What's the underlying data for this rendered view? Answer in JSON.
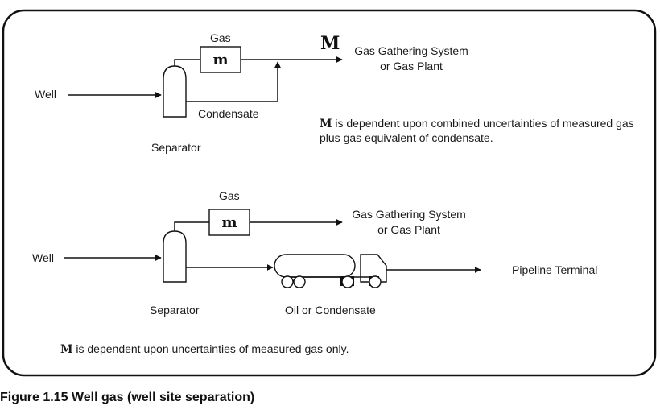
{
  "top": {
    "well_label": "Well",
    "separator_label": "Separator",
    "gas_label": "Gas",
    "meter_label": "m",
    "condensate_label": "Condensate",
    "M_symbol": "M",
    "destination_line1": "Gas Gathering System",
    "destination_line2": "or Gas Plant",
    "note_M": "M",
    "note_line1": " is dependent upon combined uncertainties of measured gas",
    "note_line2": "plus gas equivalent of condensate."
  },
  "bottom": {
    "well_label": "Well",
    "separator_label": "Separator",
    "gas_label": "Gas",
    "meter_label": "m",
    "destination_line1": "Gas Gathering System",
    "destination_line2": "or Gas Plant",
    "oil_label": "Oil or Condensate",
    "pipeline_label": "Pipeline Terminal",
    "note_M": "M",
    "note_text": " is dependent upon uncertainties of measured gas only."
  },
  "caption": "Figure 1.15  Well gas (well site separation)",
  "icons": [
    "arrow-icon",
    "separator-vessel-icon",
    "tank-truck-icon"
  ],
  "colors": {
    "line": "#111111",
    "background": "#ffffff",
    "border": "#111111"
  }
}
